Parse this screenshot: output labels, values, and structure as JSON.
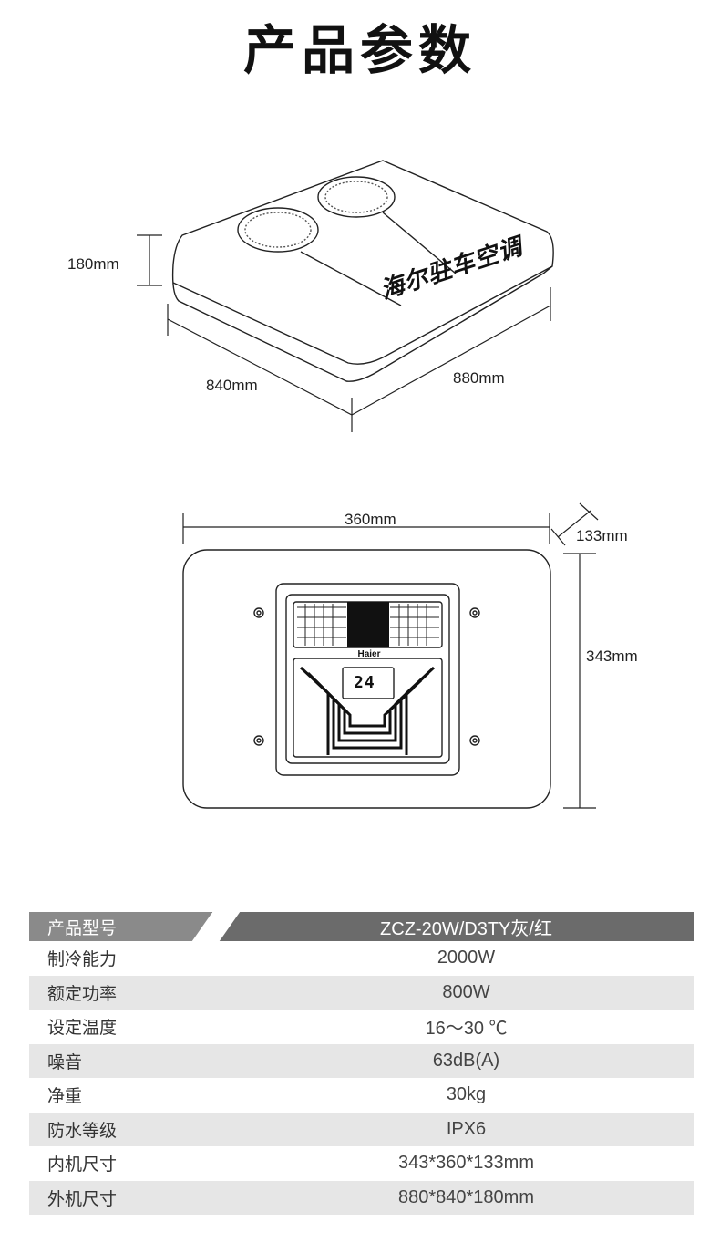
{
  "title": "产品参数",
  "outer_unit": {
    "height_label": "180mm",
    "depth_label": "840mm",
    "width_label": "880mm",
    "brand_text": "海尔驻车空调"
  },
  "inner_unit": {
    "width_label": "360mm",
    "depth_label": "133mm",
    "height_label": "343mm",
    "logo_text": "Haier",
    "display_value": "24"
  },
  "specs": {
    "header": {
      "key": "产品型号",
      "value": "ZCZ-20W/D3TY灰/红"
    },
    "rows": [
      {
        "key": "制冷能力",
        "value": "2000W"
      },
      {
        "key": "额定功率",
        "value": "800W"
      },
      {
        "key": "设定温度",
        "value": "16～30 ℃"
      },
      {
        "key": "噪音",
        "value": "63dB(A)"
      },
      {
        "key": "净重",
        "value": "30kg"
      },
      {
        "key": "防水等级",
        "value": "IPX6"
      },
      {
        "key": "内机尺寸",
        "value": "343*360*133mm"
      },
      {
        "key": "外机尺寸",
        "value": "880*840*180mm"
      }
    ]
  }
}
